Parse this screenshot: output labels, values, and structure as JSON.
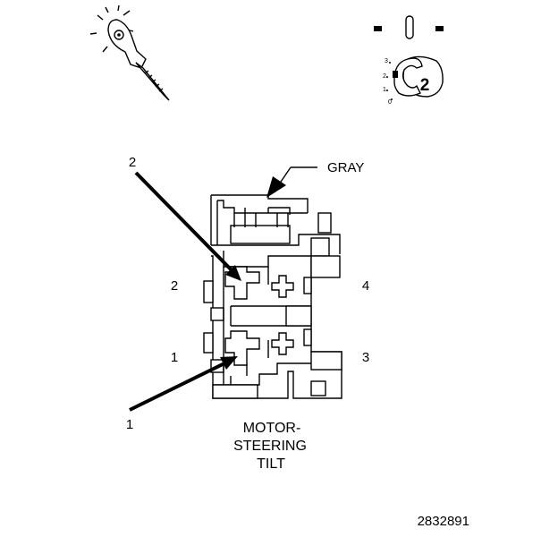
{
  "tool_legend": {
    "probe_icon": "test-probe-light-icon",
    "meter_icon": "ohmmeter-rotary-selector-icon",
    "meter_scale": [
      "3",
      "2",
      "1",
      "0"
    ],
    "meter_setting": "2"
  },
  "diagram": {
    "color_callout": "GRAY",
    "cavity_labels": {
      "c1": "1",
      "c2": "2",
      "c3": "3",
      "c4": "4"
    },
    "arrow_labels": {
      "a1": "1",
      "a2": "2"
    },
    "title_lines": [
      "MOTOR-",
      "STEERING",
      "TILT"
    ]
  },
  "figure_id": "2832891"
}
